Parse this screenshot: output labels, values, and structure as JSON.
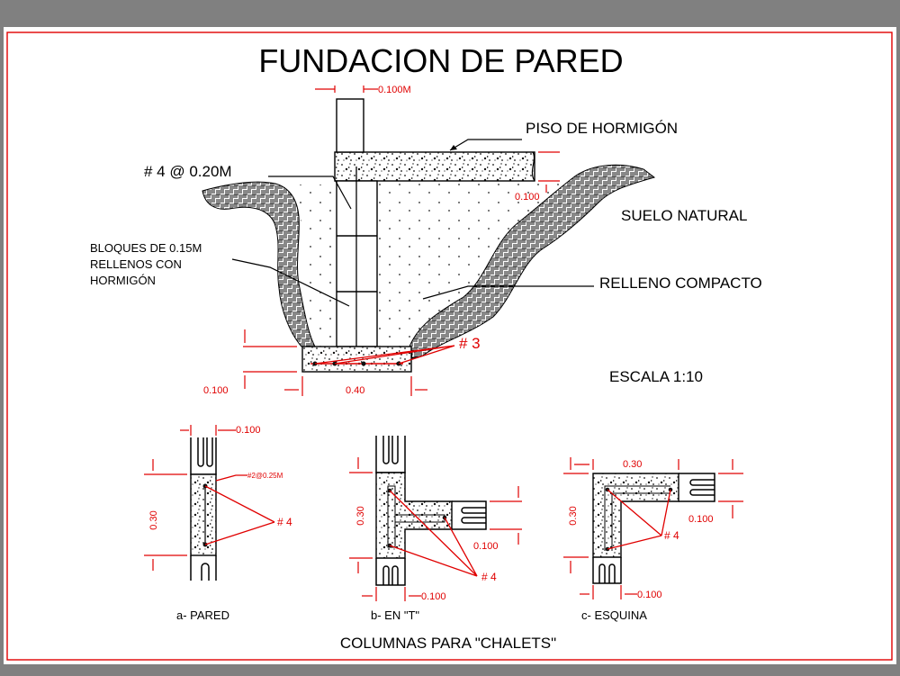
{
  "colors": {
    "frame": "#e00000",
    "background": "#808080",
    "paper": "#ffffff",
    "dimension": "#e00000"
  },
  "title": "FUNDACION DE PARED",
  "section": {
    "wall_width_dim": "0.100M",
    "floor_label": "PISO DE HORMIGÓN",
    "rebar_label": "# 4 @ 0.20M",
    "blocks_label": [
      "BLOQUES DE 0.15M",
      "RELLENOS CON",
      "HORMIGÓN"
    ],
    "soil_label": "SUELO NATURAL",
    "fill_label": "RELLENO COMPACTO",
    "slab_dim": "0.100",
    "footing_rebar": "# 3",
    "footing_height_dim": "0.100",
    "footing_width_dim": "0.40",
    "scale": "ESCALA 1:10"
  },
  "columns": {
    "caption": "COLUMNAS PARA \"CHALETS\"",
    "wall": {
      "caption": "a- PARED",
      "width_dim": "0.100",
      "height_dim": "0.30",
      "tie_label": "#2@0.25M",
      "rebar": "# 4"
    },
    "tee": {
      "caption": "b- EN \"T\"",
      "height_dim": "0.30",
      "side_dim": "0.100",
      "bottom_dim": "0.100",
      "rebar": "# 4"
    },
    "corner": {
      "caption": "c- ESQUINA",
      "top_dim": "0.30",
      "height_dim": "0.30",
      "side_dim": "0.100",
      "bottom_dim": "0.100",
      "rebar": "# 4"
    }
  }
}
